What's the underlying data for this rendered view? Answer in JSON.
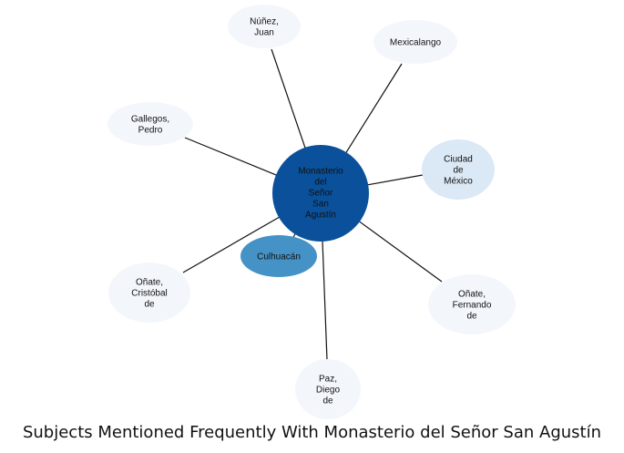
{
  "title": "Subjects Mentioned Frequently With Monasterio del Señor San Agustín",
  "colors": {
    "center_fill": "#0a509a",
    "highlight_fill": "#4592c6",
    "light_blue_fill": "#dbe8f5",
    "pale_fill": "#f3f7fc",
    "edge": "#111111"
  },
  "center": {
    "label_lines": [
      "Monasterio",
      "del",
      "Señor",
      "San",
      "Agustín"
    ]
  },
  "nodes": [
    {
      "id": "nunez-juan",
      "label_lines": [
        "Núñez,",
        "Juan"
      ],
      "tone": "pale"
    },
    {
      "id": "mexicalango",
      "label_lines": [
        "Mexicalango"
      ],
      "tone": "pale"
    },
    {
      "id": "gallegos-pedro",
      "label_lines": [
        "Gallegos,",
        "Pedro"
      ],
      "tone": "pale"
    },
    {
      "id": "ciudad-de-mexico",
      "label_lines": [
        "Ciudad",
        "de",
        "México"
      ],
      "tone": "light_blue"
    },
    {
      "id": "culhuacan",
      "label_lines": [
        "Culhuacán"
      ],
      "tone": "highlight"
    },
    {
      "id": "onate-cristobal-de",
      "label_lines": [
        "Oñate,",
        "Cristóbal",
        "de"
      ],
      "tone": "pale"
    },
    {
      "id": "onate-fernando-de",
      "label_lines": [
        "Oñate,",
        "Fernando",
        "de"
      ],
      "tone": "pale"
    },
    {
      "id": "paz-diego-de",
      "label_lines": [
        "Paz,",
        "Diego",
        "de"
      ],
      "tone": "pale"
    }
  ]
}
